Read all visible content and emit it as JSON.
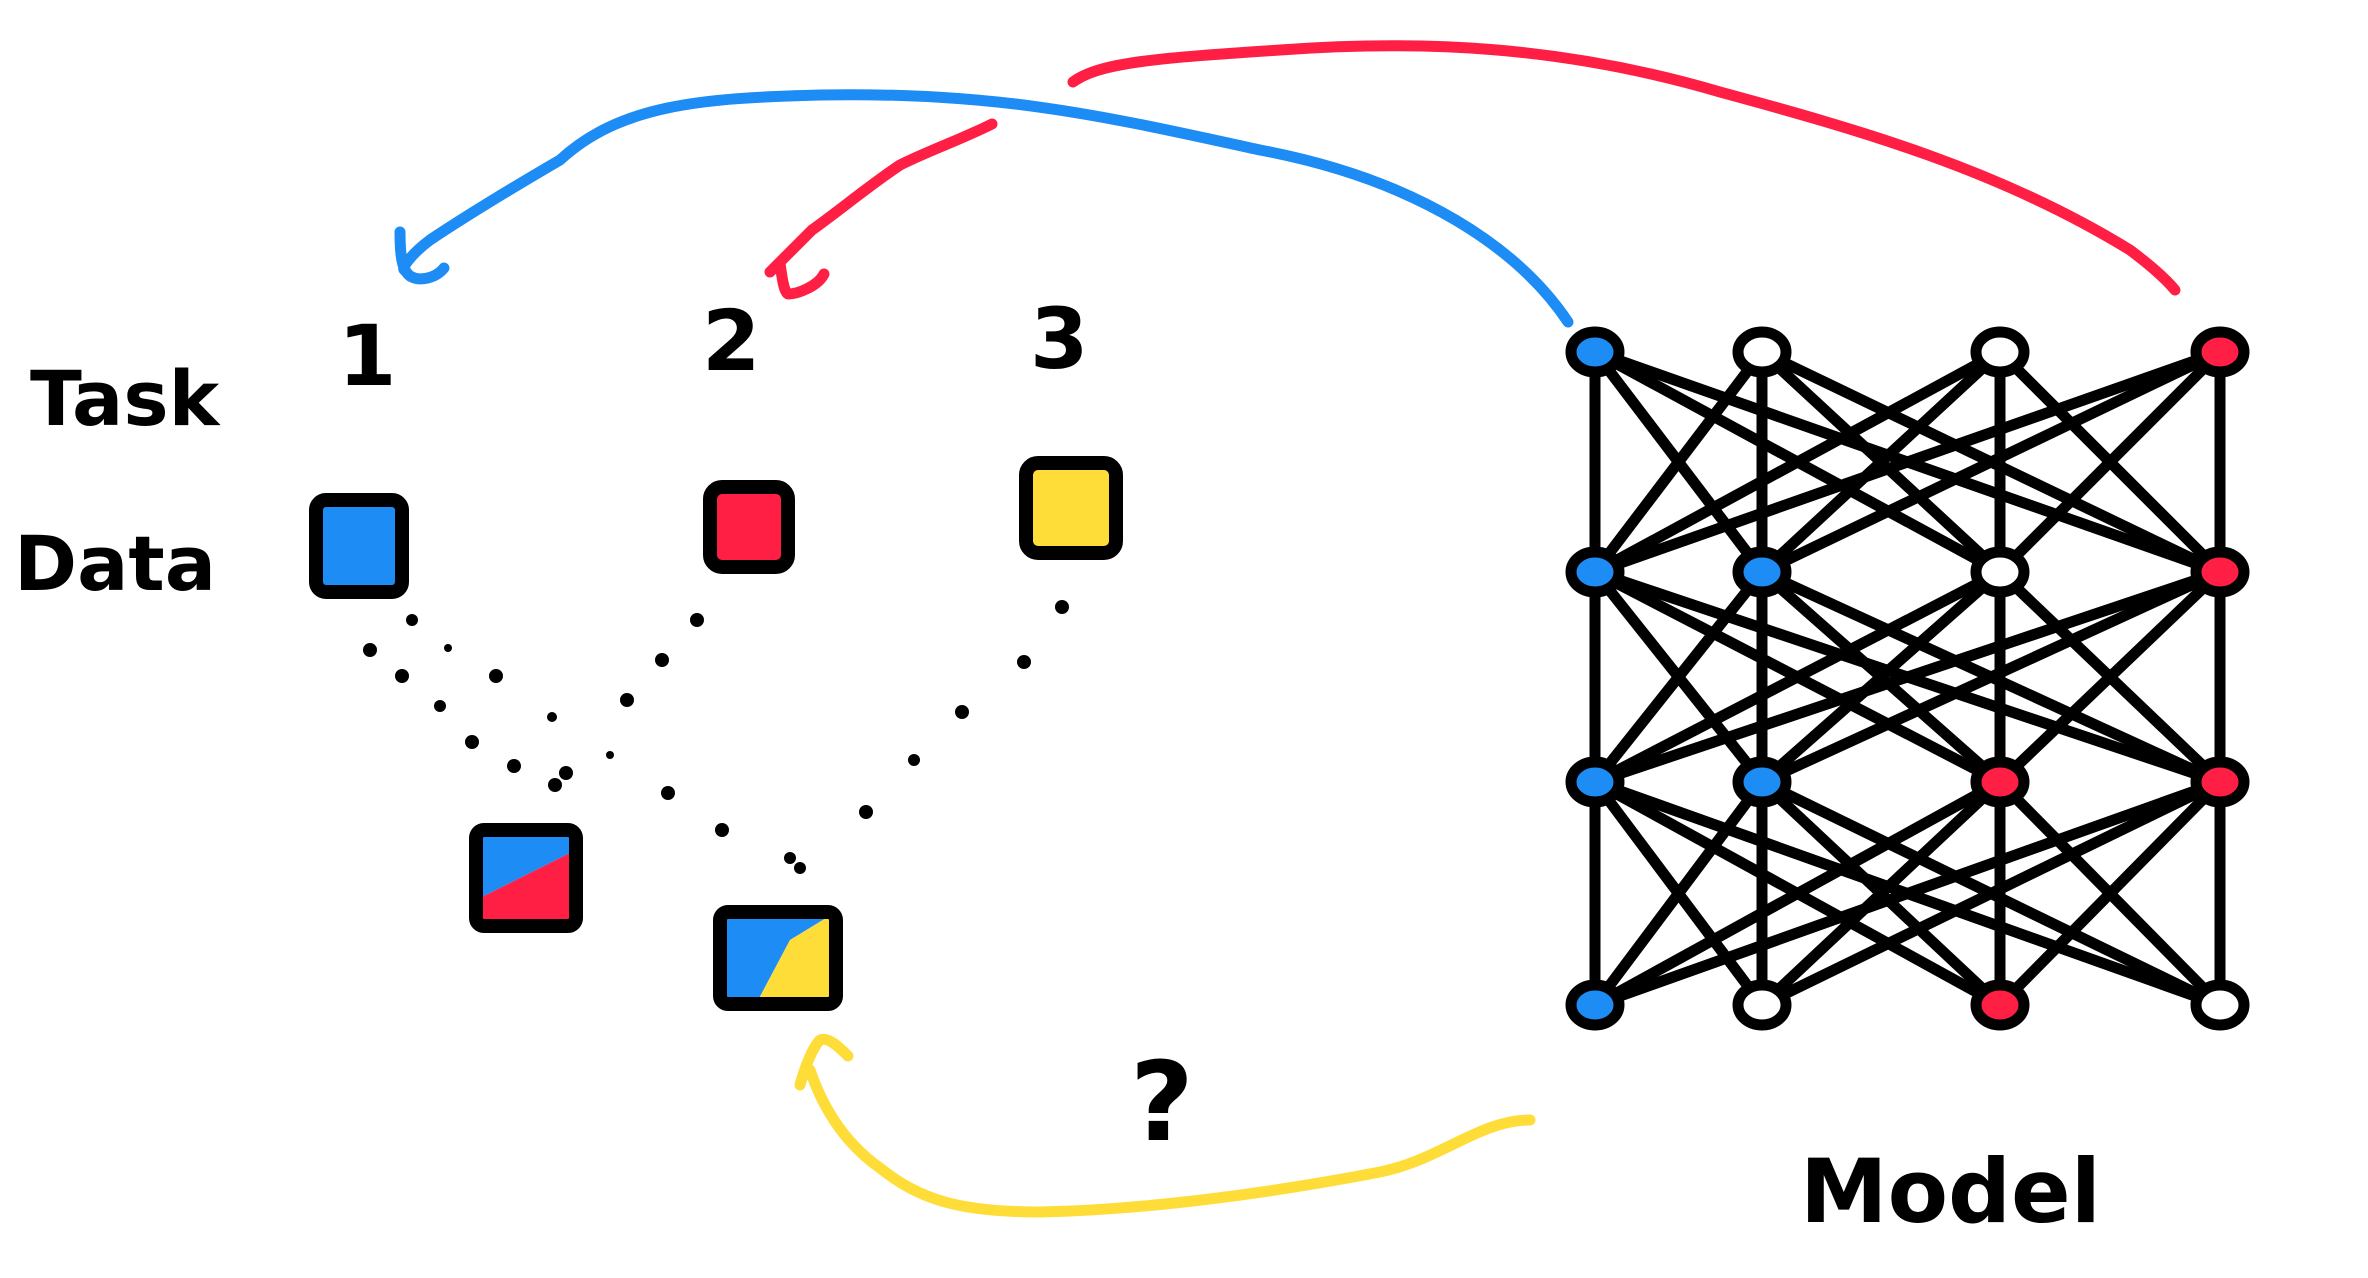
{
  "labels": {
    "task": "Task",
    "data": "Data",
    "model": "Model",
    "question": "?"
  },
  "tasks": [
    {
      "number": "1",
      "color": "#1e8cf5"
    },
    {
      "number": "2",
      "color": "#ff1f44"
    },
    {
      "number": "3",
      "color": "#ffdd38"
    }
  ],
  "combined_data": [
    {
      "colors": [
        "#1e8cf5",
        "#ff1f44"
      ]
    },
    {
      "colors": [
        "#1e8cf5",
        "#ffdd38"
      ]
    }
  ],
  "network": {
    "layers": 4,
    "nodes_per_layer": 4,
    "node_colors": [
      [
        "#1e8cf5",
        "#ffffff",
        "#ffffff",
        "#ff1f44"
      ],
      [
        "#1e8cf5",
        "#1e8cf5",
        "#ffffff",
        "#ff1f44"
      ],
      [
        "#1e8cf5",
        "#1e8cf5",
        "#ff1f44",
        "#ff1f44"
      ],
      [
        "#1e8cf5",
        "#ffffff",
        "#ff1f44",
        "#ffffff"
      ]
    ]
  },
  "colors": {
    "blue": "#1e8cf5",
    "red": "#ff1f44",
    "yellow": "#ffdd38",
    "ink": "#000000"
  }
}
